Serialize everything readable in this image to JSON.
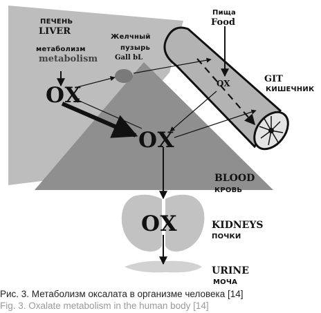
{
  "diagram": {
    "liver": {
      "label_ru": "ПЕЧЕНЬ",
      "label_en": "LIVER"
    },
    "metabolism": {
      "label_ru": "метаболизм",
      "label_en": "metabolism"
    },
    "gallbladder": {
      "label_ru_1": "Желчный",
      "label_ru_2": "пузырь",
      "label_en": "Gall bL"
    },
    "food": {
      "label_ru": "Пища",
      "label_en": "Food"
    },
    "git": {
      "label_en": "GIT",
      "label_ru": "КИШЕЧНИК"
    },
    "ox_liver": "OX",
    "ox_gut": "OX",
    "ox_blood": "OX",
    "ox_kidney": "OX",
    "blood": {
      "label_en": "BLOOD",
      "label_ru": "КРОВЬ"
    },
    "kidneys": {
      "label_en": "KIDNEYS",
      "label_ru": "ПОЧКИ"
    },
    "urine": {
      "label_en": "URINE",
      "label_ru": "МОЧА"
    },
    "colors": {
      "liver_fill": "#bdbdbd",
      "blood_fill": "#8f8f8f",
      "intestine_fill": "#b3b3b3",
      "kidney_fill": "#c2c2c2",
      "urine_fill": "#d2d2d2",
      "gallbladder_fill": "#7a7a7a"
    }
  },
  "caption": {
    "ru": "Рис. 3. Метаболизм оксалата в организме человека [14]",
    "en": "Fig. 3. Oxalate metabolism in the human body [14]"
  }
}
